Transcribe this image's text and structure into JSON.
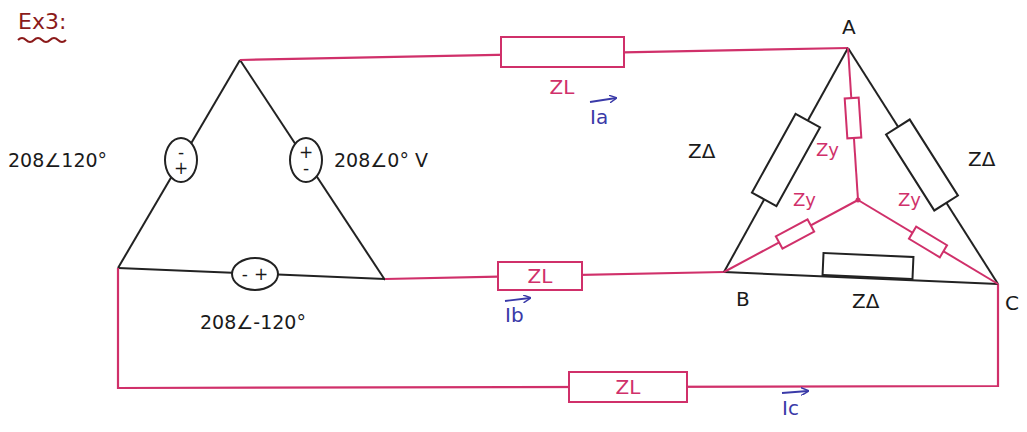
{
  "diagram": {
    "title": "Ex3:",
    "nodes": [
      {
        "text": [
          "ZL"
        ]
      },
      {
        "text": [
          "-",
          "+"
        ]
      },
      {
        "text": [
          "+",
          "-"
        ]
      },
      {
        "text": [
          "ZL"
        ]
      },
      {
        "text": [
          "-",
          "+"
        ]
      },
      {
        "text": [
          "ZL"
        ]
      }
    ],
    "labels": [
      "A",
      "Ia",
      "ZΔ",
      "ZΔ",
      "208∠120°",
      "208∠0° V",
      "Zy",
      "Zy",
      "Zy",
      "B",
      "C",
      "Ib",
      "ZΔ",
      "208∠-120°",
      "Ic"
    ]
  }
}
